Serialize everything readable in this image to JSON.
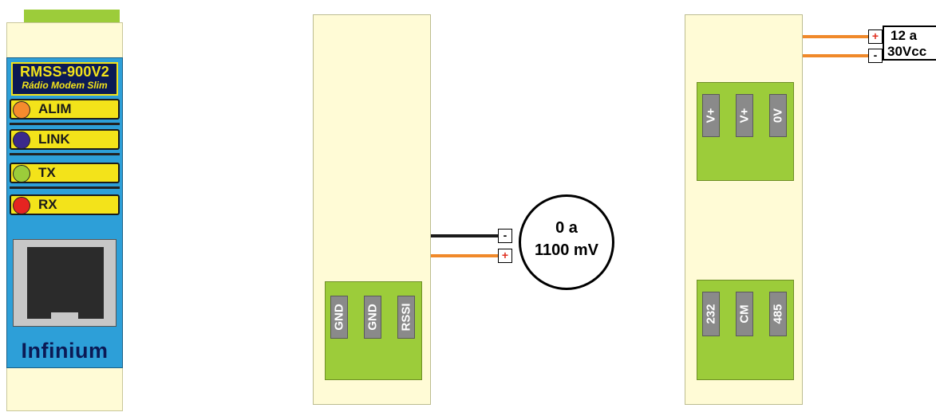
{
  "device": {
    "model": "RMSS-900V2",
    "subtitle": "Rádio Modem Slim",
    "leds": [
      {
        "label": "ALIM",
        "color": "#f58b2d"
      },
      {
        "label": "LINK",
        "color": "#3b2a8c"
      },
      {
        "label": "TX",
        "color": "#9ccc3a"
      },
      {
        "label": "RX",
        "color": "#e52421"
      }
    ],
    "brand": "Infinium"
  },
  "module_rssi": {
    "pins": [
      "GND",
      "GND",
      "RSSI"
    ],
    "terminal_minus": "-",
    "terminal_plus": "+",
    "meter_line1": "0 a",
    "meter_line2": "1100 mV"
  },
  "module_power": {
    "power_pins": [
      "V+",
      "V+",
      "0V"
    ],
    "serial_pins": [
      "232",
      "CM",
      "485"
    ],
    "terminal_plus": "+",
    "terminal_minus": "-",
    "supply_line1": "12 a",
    "supply_line2": "30Vcc"
  },
  "colors": {
    "wire_black": "#1a1a1a",
    "wire_orange": "#f0892a",
    "terminal_green": "#9ccc3a",
    "panel_blue": "#2d9fd8",
    "label_yellow": "#f3e31a"
  }
}
